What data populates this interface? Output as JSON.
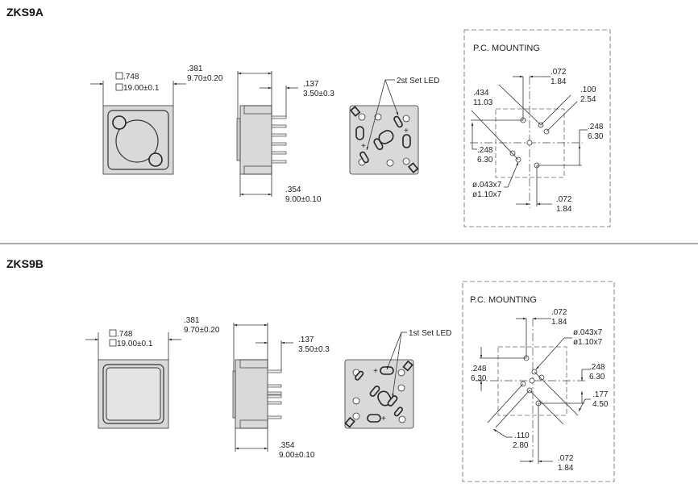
{
  "sections": [
    {
      "title": "ZKS9A",
      "front": {
        "dim_in": ".748",
        "dim_mm": "19.00±0.1"
      },
      "side": {
        "depth_in": ".381",
        "depth_mm": "9.70±0.20",
        "pin_in": ".137",
        "pin_mm": "3.50±0.3",
        "body_in": ".354",
        "body_mm": "9.00±0.10"
      },
      "back": {
        "led_label": "2st Set LED",
        "plus": "+"
      },
      "mounting": {
        "title": "P.C. MOUNTING",
        "dims": [
          {
            "in": ".072",
            "mm": "1.84"
          },
          {
            "in": ".100",
            "mm": "2.54"
          },
          {
            "in": ".434",
            "mm": "11.03"
          },
          {
            "in": ".248",
            "mm": "6.30"
          },
          {
            "in": ".248",
            "mm": "6.30"
          },
          {
            "in": "ø.043x7",
            "mm": "ø1.10x7"
          },
          {
            "in": ".072",
            "mm": "1.84"
          }
        ]
      }
    },
    {
      "title": "ZKS9B",
      "front": {
        "dim_in": ".748",
        "dim_mm": "19.00±0.1"
      },
      "side": {
        "depth_in": ".381",
        "depth_mm": "9.70±0.20",
        "pin_in": ".137",
        "pin_mm": "3.50±0.3",
        "body_in": ".354",
        "body_mm": "9.00±0.10"
      },
      "back": {
        "led_label": "1st Set LED",
        "plus": "+"
      },
      "mounting": {
        "title": "P.C. MOUNTING",
        "dims": [
          {
            "in": ".072",
            "mm": "1.84"
          },
          {
            "in": "ø.043x7",
            "mm": "ø1.10x7"
          },
          {
            "in": ".248",
            "mm": "6.30"
          },
          {
            "in": ".248",
            "mm": "6.30"
          },
          {
            "in": ".177",
            "mm": "4.50"
          },
          {
            "in": ".110",
            "mm": "2.80"
          },
          {
            "in": ".072",
            "mm": "1.84"
          }
        ]
      }
    }
  ]
}
